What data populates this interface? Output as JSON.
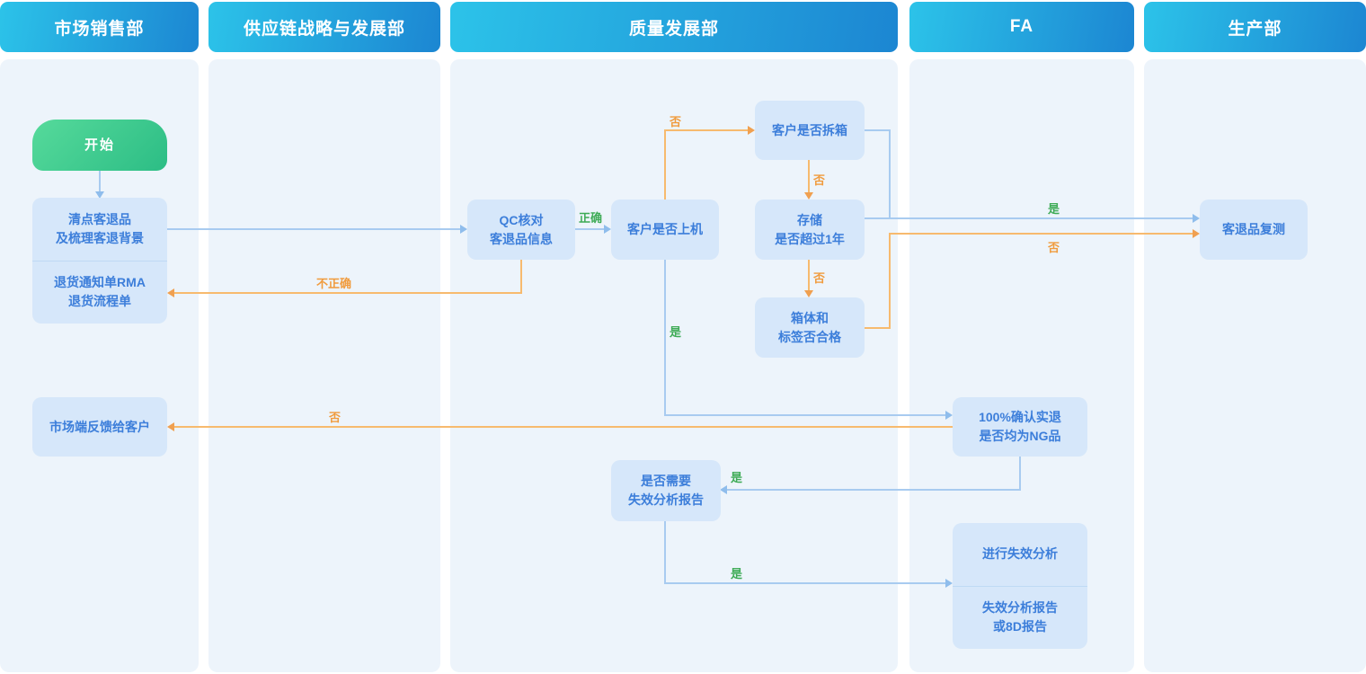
{
  "lanes": [
    {
      "label": "市场销售部"
    },
    {
      "label": "供应链战略与发展部"
    },
    {
      "label": "质量发展部"
    },
    {
      "label": "FA"
    },
    {
      "label": "生产部"
    }
  ],
  "nodes": {
    "start": {
      "label": "开始"
    },
    "inventory": {
      "label": "清点客退品\n及梳理客退背景"
    },
    "rma": {
      "label": "退货通知单RMA\n退货流程单"
    },
    "feedback": {
      "label": "市场端反馈给客户"
    },
    "qc_check": {
      "label": "QC核对\n客退品信息"
    },
    "on_machine": {
      "label": "客户是否上机"
    },
    "unbox": {
      "label": "客户是否拆箱"
    },
    "storage": {
      "label": "存储\n是否超过1年"
    },
    "box_label_check": {
      "label": "箱体和\n标签否合格"
    },
    "confirm_ng": {
      "label": "100%确认实退\n是否均为NG品"
    },
    "need_report": {
      "label": "是否需要\n失效分析报告"
    },
    "do_fa": {
      "label": "进行失效分析"
    },
    "fa_report": {
      "label": "失效分析报告\n或8D报告"
    },
    "retest": {
      "label": "客退品复测"
    }
  },
  "edge_labels": {
    "qc_correct": {
      "text": "正确"
    },
    "qc_incorrect": {
      "text": "不正确"
    },
    "on_machine_no": {
      "text": "否"
    },
    "unbox_no": {
      "text": "否"
    },
    "storage_no": {
      "text": "否"
    },
    "retest_yes": {
      "text": "是"
    },
    "retest_no": {
      "text": "否"
    },
    "on_machine_yes": {
      "text": "是"
    },
    "confirm_no": {
      "text": "否"
    },
    "confirm_yes": {
      "text": "是"
    },
    "need_report_yes": {
      "text": "是"
    }
  },
  "colors": {
    "header_gradient_start": "#2CC3E9",
    "header_gradient_end": "#1C86D2",
    "lane_bg": "#EDF4FB",
    "node_bg": "#D6E7FA",
    "node_text": "#3C7EDA",
    "start_gradient_start": "#56DA9B",
    "start_gradient_end": "#2CBD85",
    "line_blue": "#A8CBF0",
    "line_orange": "#F7BA6E",
    "label_green": "#3EAB56",
    "label_orange": "#F09B3D"
  }
}
